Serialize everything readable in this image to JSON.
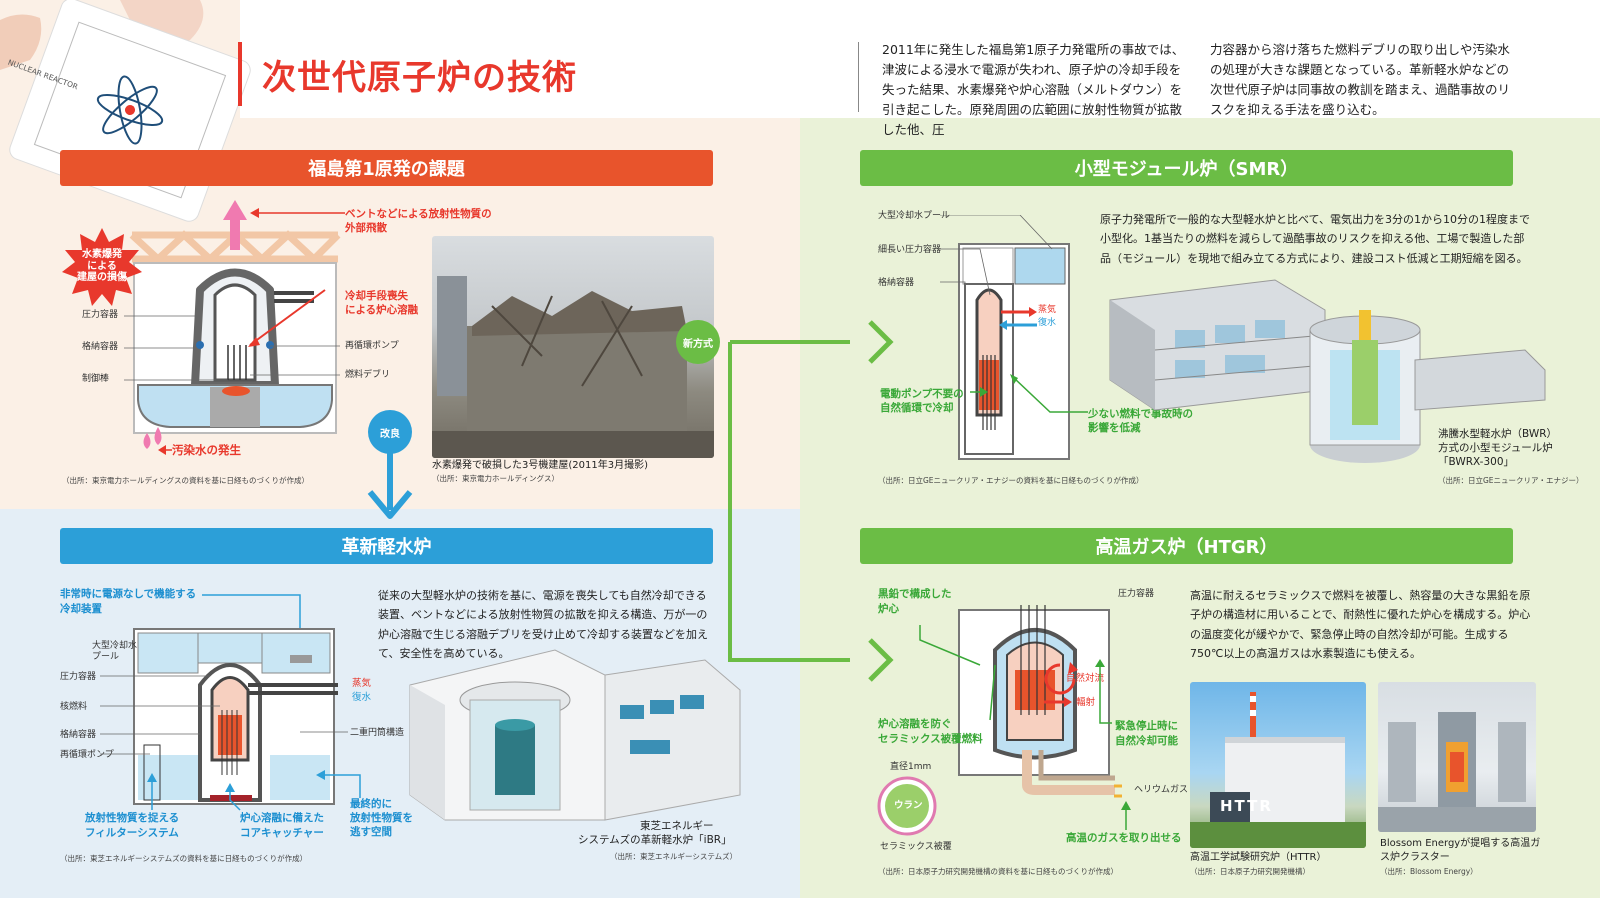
{
  "header": {
    "title": "次世代原子炉の技術",
    "intro_left": "2011年に発生した福島第1原子力発電所の事故では、津波による浸水で電源が失われ、原子炉の冷却手段を失った結果、水素爆発や炉心溶融（メルトダウン）を引き起こした。原発周囲の広範囲に放射性物質が拡散した他、圧",
    "intro_right": "力容器から溶け落ちた燃料デブリの取り出しや汚染水の処理が大きな課題となっている。革新軽水炉などの次世代原子炉は同事故の教訓を踏まえ、過酷事故のリスクを抑える手法を盛り込む。"
  },
  "card": {
    "text": "NUCLEAR REACTOR"
  },
  "colors": {
    "red": "#e8542c",
    "blue": "#2c9fd8",
    "green": "#6bbd45",
    "accent_red": "#e8382c"
  },
  "fukushima": {
    "banner": "福島第1原発の課題",
    "burst": "水素爆発\nによる\n建屋の損傷",
    "vent_label_1": "ベントなどによる放射性物質の",
    "vent_label_2": "外部飛散",
    "cooling_label_1": "冷却手段喪失",
    "cooling_label_2": "による炉心溶融",
    "labels": {
      "pressure": "圧力容器",
      "containment": "格納容器",
      "control_rod": "制御棒",
      "pump": "再循環ポンプ",
      "debris": "燃料デブリ"
    },
    "contaminated": "汚染水の発生",
    "source": "（出所：東京電力ホールディングスの資料を基に日経ものづくりが作成）",
    "photo_caption": "水素爆発で破損した3号機建屋(2011年3月撮影)",
    "photo_source": "（出所：東京電力ホールディングス）",
    "improve_tag": "改良",
    "new_tag": "新方式"
  },
  "smr": {
    "banner": "小型モジュール炉（SMR）",
    "labels": {
      "pool": "大型冷却水プール",
      "vessel": "細長い圧力容器",
      "containment": "格納容器"
    },
    "steam": "蒸気",
    "return": "復水",
    "natural_1": "電動ポンプ不要の",
    "natural_2": "自然循環で冷却",
    "less_fuel_1": "少ない燃料で事故時の",
    "less_fuel_2": "影響を低減",
    "source": "（出所：日立GEニュークリア・エナジーの資料を基に日経ものづくりが作成）",
    "text": "原子力発電所で一般的な大型軽水炉と比べて、電気出力を3分の1から10分の1程度まで小型化。1基当たりの燃料を減らして過酷事故のリスクを抑える他、工場で製造した部品（モジュール）を現地で組み立てる方式により、建設コスト低減と工期短縮を図る。",
    "caption_1": "沸騰水型軽水炉（BWR）",
    "caption_2": "方式の小型モジュール炉",
    "caption_3": "「BWRX-300」",
    "photo_source": "（出所：日立GEニュークリア・エナジー）"
  },
  "ilwr": {
    "banner": "革新軽水炉",
    "emergency_1": "非常時に電源なしで機能する",
    "emergency_2": "冷却装置",
    "labels": {
      "pool_1": "大型冷却水",
      "pool_2": "プール",
      "pressure": "圧力容器",
      "fuel": "核燃料",
      "containment": "格納容器",
      "pump": "再循環ポンプ",
      "double": "二重円筒構造"
    },
    "steam": "蒸気",
    "return": "復水",
    "filter_1": "放射性物質を捉える",
    "filter_2": "フィルターシステム",
    "catcher_1": "炉心溶融に備えた",
    "catcher_2": "コアキャッチャー",
    "space_1": "最終的に",
    "space_2": "放射性物質を",
    "space_3": "逃す空間",
    "source": "（出所：東芝エネルギーシステムズの資料を基に日経ものづくりが作成）",
    "text": "従来の大型軽水炉の技術を基に、電源を喪失しても自然冷却できる装置、ベントなどによる放射性物質の拡散を抑える構造、万が一の炉心溶融で生じる溶融デブリを受け止めて冷却する装置などを加えて、安全性を高めている。",
    "caption_1": "東芝エネルギー",
    "caption_2": "システムズの革新軽水炉「iBR」",
    "photo_source": "（出所：東芝エネルギーシステムズ）"
  },
  "htgr": {
    "banner": "高温ガス炉（HTGR）",
    "graphite_1": "黒鉛で構成した",
    "graphite_2": "炉心",
    "pressure": "圧力容器",
    "natural_flow": "自然対流",
    "radiation": "輻射",
    "ceramic_1": "炉心溶融を防ぐ",
    "ceramic_2": "セラミックス被覆燃料",
    "emergency_1": "緊急停止時に",
    "emergency_2": "自然冷却可能",
    "diameter": "直径1mm",
    "uranium": "ウラン",
    "ceramic_coat": "セラミックス被覆",
    "helium": "ヘリウムガス",
    "hot_gas": "高温のガスを取り出せる",
    "source": "（出所：日本原子力研究開発機構の資料を基に日経ものづくりが作成）",
    "text": "高温に耐えるセラミックスで燃料を被覆し、熱容量の大きな黒鉛を原子炉の構造材に用いることで、耐熱性に優れた炉心を構成する。炉心の温度変化が緩やかで、緊急停止時の自然冷却が可能。生成する750℃以上の高温ガスは水素製造にも使える。",
    "httr_sign": "HTTR",
    "photo1_caption": "高温工学試験研究炉（HTTR）",
    "photo1_source": "（出所：日本原子力研究開発機構）",
    "photo2_caption_1": "Blossom Energyが提唱する高温ガ",
    "photo2_caption_2": "ス炉クラスター",
    "photo2_source": "（出所：Blossom Energy）"
  }
}
